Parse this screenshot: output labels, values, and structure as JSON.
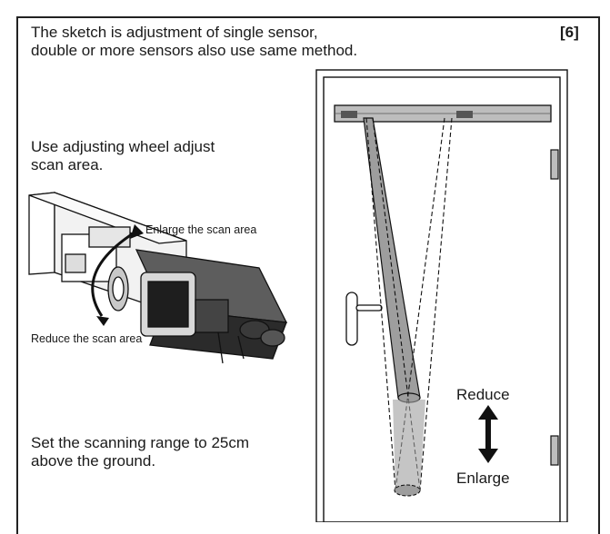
{
  "intro": {
    "line1": "The sketch is adjustment of single sensor,",
    "line2": "double or more sensors also use same method."
  },
  "page_number": "[6]",
  "adjust_instruction": {
    "line1": "Use adjusting wheel adjust",
    "line2": "scan area."
  },
  "labels": {
    "enlarge_scan": "Enlarge the scan area",
    "reduce_scan": "Reduce the scan area",
    "reduce": "Reduce",
    "enlarge": "Enlarge"
  },
  "range_instruction": {
    "line1": "Set the scanning range to 25cm",
    "line2": "above the ground."
  }
}
